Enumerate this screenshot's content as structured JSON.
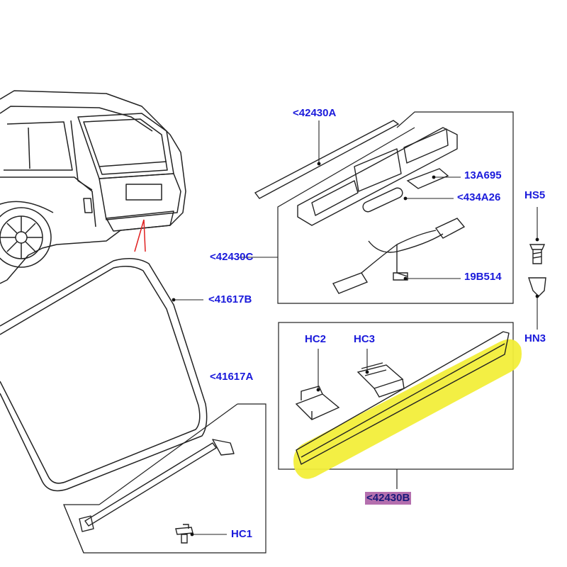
{
  "colors": {
    "label": "#1a1adb",
    "line_art": "#222222",
    "highlight": "#f2ee3a",
    "selected_label_bg": "#b46fae"
  },
  "labels": {
    "p42430A": "<42430A",
    "p13A695": "13A695",
    "p434A26": "<434A26",
    "pHS5": "HS5",
    "p42430C": "<42430C",
    "p19B514": "19B514",
    "p41617B": "<41617B",
    "pHN3": "HN3",
    "pHC2": "HC2",
    "pHC3": "HC3",
    "p41617A": "<41617A",
    "p42430B": "<42430B",
    "pHC1": "HC1"
  },
  "selected_part": "<42430B"
}
